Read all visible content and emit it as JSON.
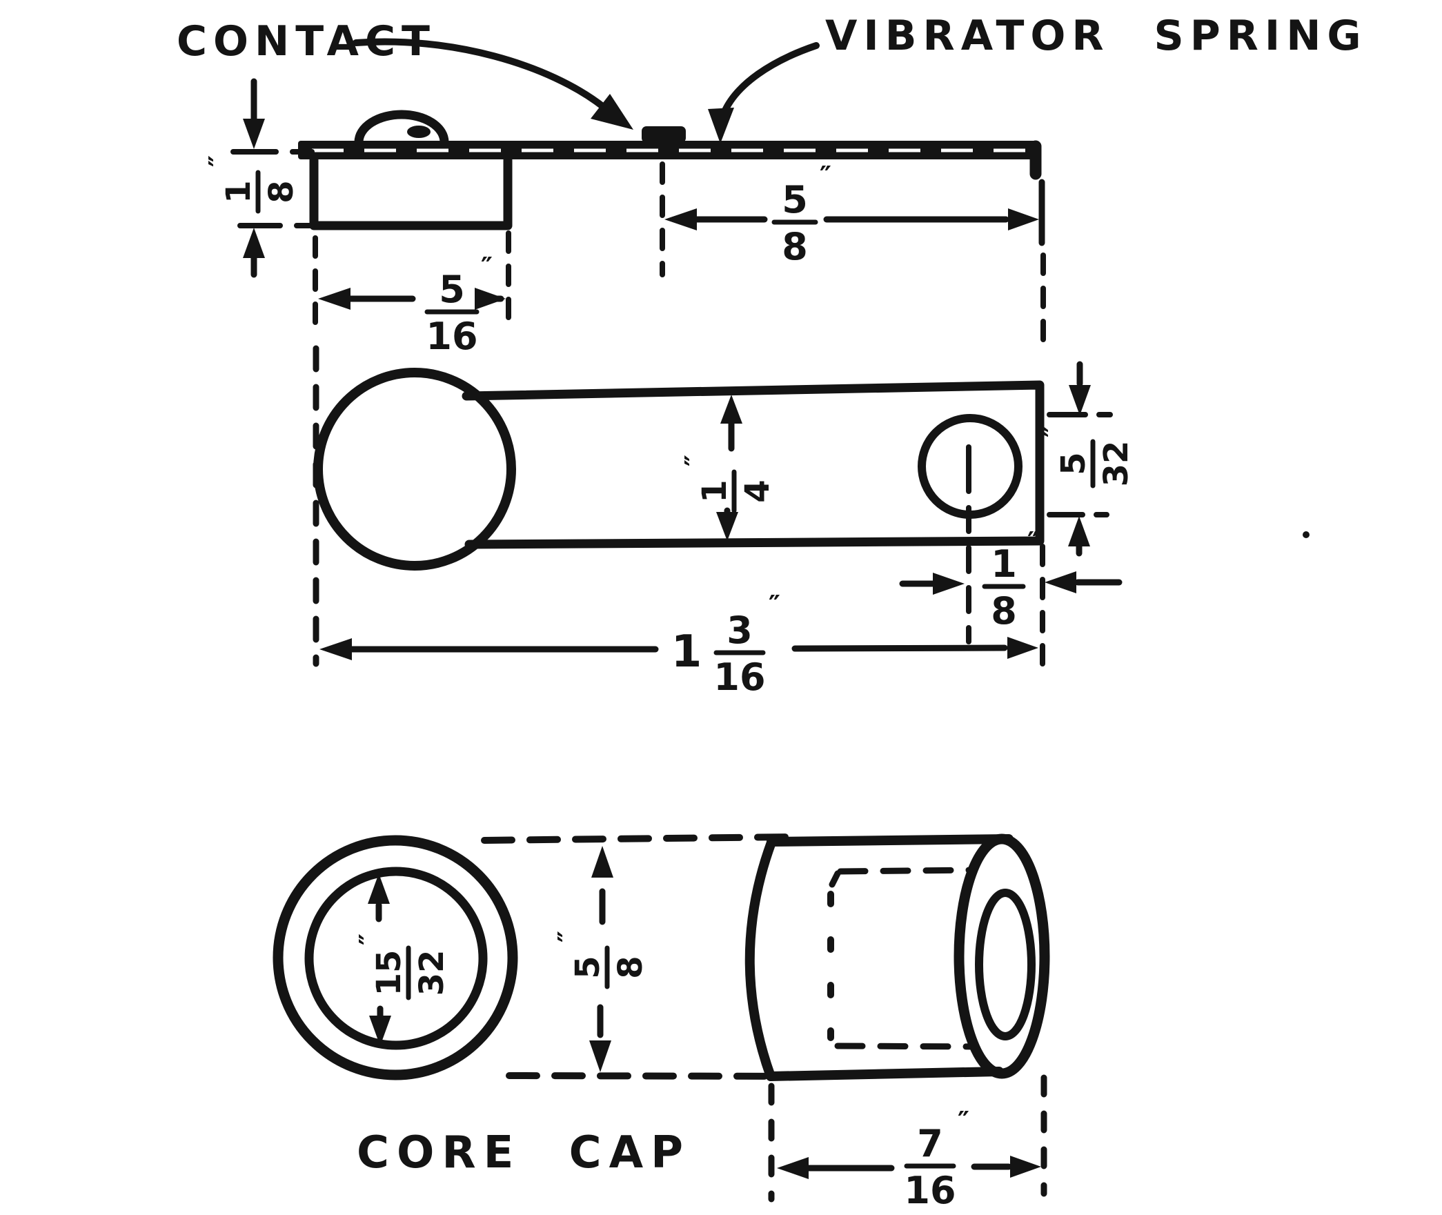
{
  "labels": {
    "contact": "CONTACT",
    "vibrator_spring": "VIBRATOR SPRING",
    "core_cap": "CORE CAP"
  },
  "dimensions": {
    "spring_thickness": {
      "numerator": "1",
      "denominator": "8",
      "unit": "″"
    },
    "block_width": {
      "numerator": "5",
      "denominator": "16",
      "unit": "″"
    },
    "contact_to_end": {
      "numerator": "5",
      "denominator": "8",
      "unit": "″"
    },
    "strip_width": {
      "numerator": "1",
      "denominator": "4",
      "unit": "″"
    },
    "hole_diameter": {
      "numerator": "5",
      "denominator": "32",
      "unit": "″"
    },
    "hole_to_end": {
      "numerator": "1",
      "denominator": "8",
      "unit": "″"
    },
    "overall_length": {
      "whole": "1",
      "numerator": "3",
      "denominator": "16",
      "unit": "″"
    },
    "cap_bore_diameter": {
      "numerator": "15",
      "denominator": "32",
      "unit": "″"
    },
    "cap_outer_diameter": {
      "numerator": "5",
      "denominator": "8",
      "unit": "″"
    },
    "cap_length": {
      "numerator": "7",
      "denominator": "16",
      "unit": "″"
    }
  },
  "colors": {
    "ink": "#141414",
    "paper": "#ffffff"
  }
}
